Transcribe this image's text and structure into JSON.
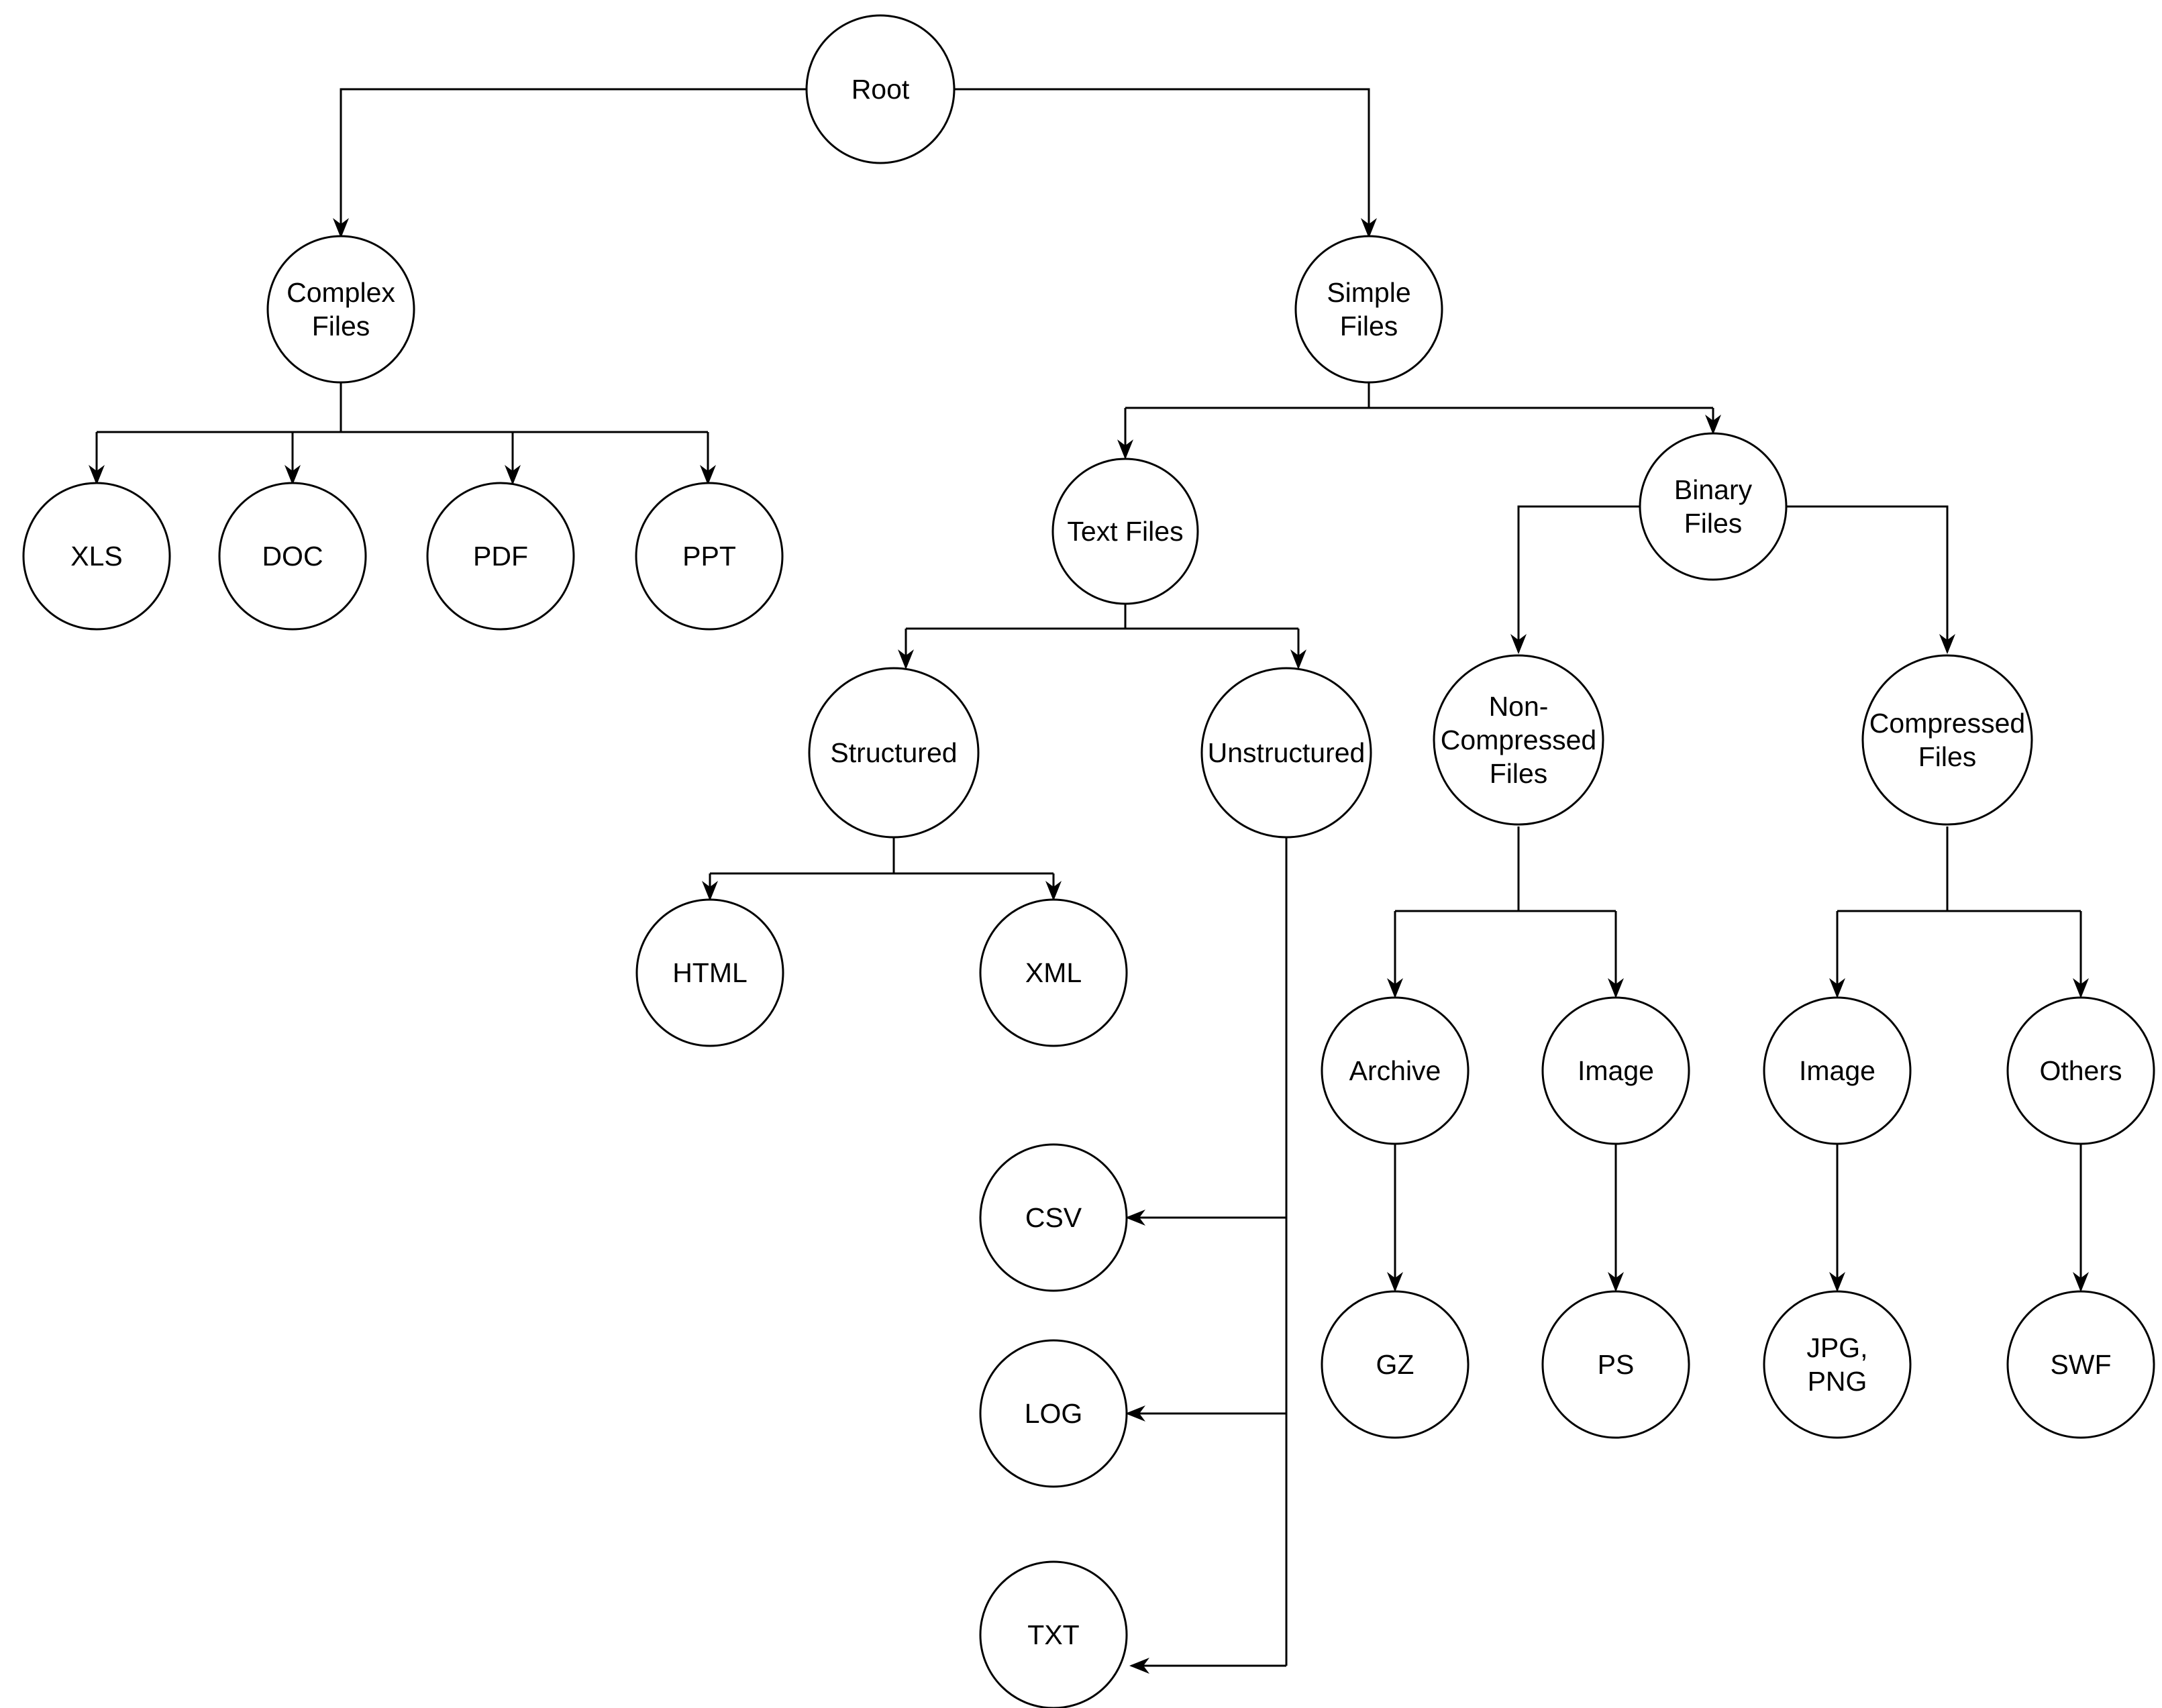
{
  "nodes": {
    "root": [
      "Root"
    ],
    "complex": [
      "Complex",
      "Files"
    ],
    "xls": [
      "XLS"
    ],
    "doc": [
      "DOC"
    ],
    "pdf": [
      "PDF"
    ],
    "ppt": [
      "PPT"
    ],
    "simple": [
      "Simple",
      "Files"
    ],
    "text": [
      "Text Files"
    ],
    "binary": [
      "Binary",
      "Files"
    ],
    "structured": [
      "Structured"
    ],
    "unstructured": [
      "Unstructured"
    ],
    "html": [
      "HTML"
    ],
    "xml": [
      "XML"
    ],
    "csv": [
      "CSV"
    ],
    "log": [
      "LOG"
    ],
    "txt": [
      "TXT"
    ],
    "noncompressed": [
      "Non-",
      "Compressed",
      "Files"
    ],
    "compressed": [
      "Compressed",
      "Files"
    ],
    "archive": [
      "Archive"
    ],
    "image_nc": [
      "Image"
    ],
    "image_c": [
      "Image"
    ],
    "others": [
      "Others"
    ],
    "gz": [
      "GZ"
    ],
    "ps": [
      "PS"
    ],
    "jpgpng": [
      "JPG,",
      "PNG"
    ],
    "swf": [
      "SWF"
    ]
  }
}
